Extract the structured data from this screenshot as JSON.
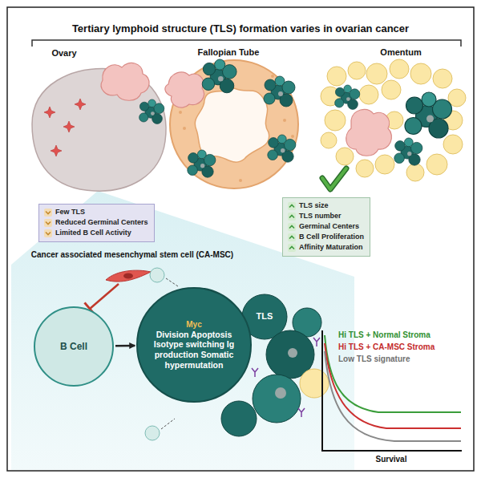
{
  "diagram": {
    "title": "Tertiary lymphoid structure (TLS) formation varies in ovarian cancer",
    "nodes": [
      {
        "text": [
          "Few TLS",
          "Reduced Germinal Centers",
          "Limited B Cell Activity"
        ]
      },
      {
        "text": [
          "TLS size",
          "TLS number",
          "Germinal Centers",
          "B Cell Proliferation",
          "Affinity Maturation"
        ]
      },
      {
        "text": [
          "B Cell"
        ]
      },
      {
        "text": [
          "Myc",
          "Division Apoptosis Isotype switching Ig production Somatic hypermutation"
        ]
      }
    ],
    "edges": [
      {
        "from": 2,
        "to": 3,
        "arrow": "to"
      }
    ],
    "labels": [
      "Ovary",
      "Fallopian Tube",
      "Omentum",
      "Cancer associated mesenchymal stem cell (CA-MSC)",
      "TLS",
      "Hi TLS + Normal Stroma",
      "Hi TLS + CA-MSC Stroma",
      "Low TLS signature",
      "Survival"
    ]
  }
}
